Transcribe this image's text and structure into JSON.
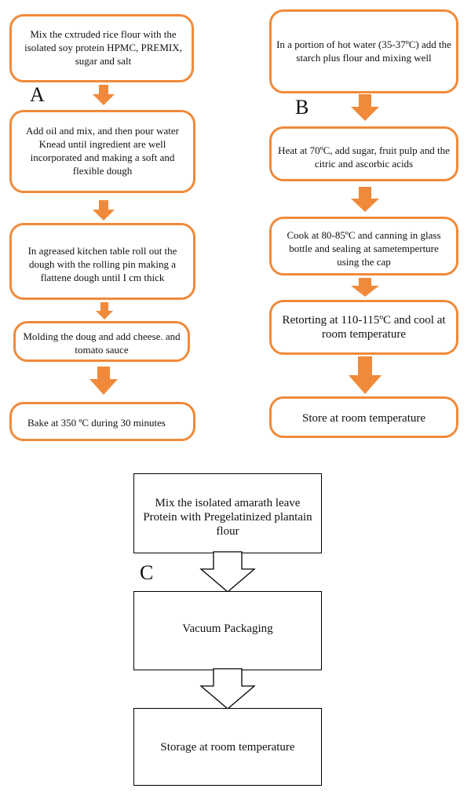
{
  "diagram_a": {
    "label": "A",
    "steps": [
      "Mix the cxtruded rice flour with the isolated soy protein HPMC, PREMIX, sugar and salt",
      "Add oil and mix, and then pour water Knead until ingredient are well incorporated and making a soft and flexible dough",
      "In agreased kitchen table roll out the dough with the rolling pin making a flattene dough until I cm thick",
      "Molding the doug and add cheese. and tomato sauce",
      "Bake at 350 ºC during 30 minutes"
    ]
  },
  "diagram_b": {
    "label": "B",
    "steps": [
      "In a portion of hot water (35-37ºC) add the starch plus flour and mixing well",
      "Heat at 70ºC, add sugar, fruit pulp and the citric and ascorbic acids",
      "Cook at 80-85ºC and canning in glass bottle and sealing at sametemperture using the cap",
      "Retorting at 110-115ºC and cool at room temperature",
      "Store at room temperature"
    ]
  },
  "diagram_c": {
    "label": "C",
    "steps": [
      "Mix the isolated amarath leave Protein with Pregelatinized plantain flour",
      "Vacuum Packaging",
      "Storage at room temperature"
    ]
  },
  "colors": {
    "orange": "#F08A3A",
    "black": "#000000"
  }
}
